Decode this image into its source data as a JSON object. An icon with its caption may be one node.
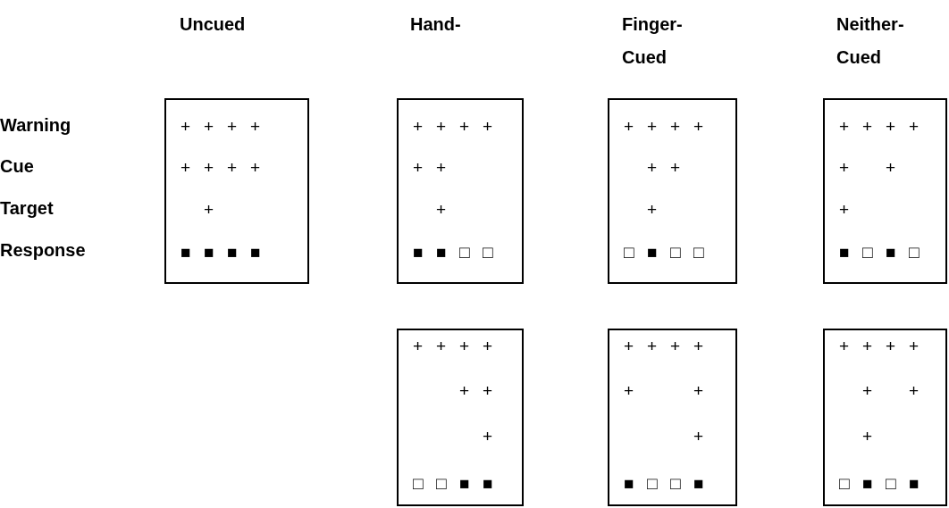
{
  "diagram": {
    "nodes": [
      {
        "text": [
          "+ + + +",
          "+ + + +",
          "+",
          "■ ■ ■ ■"
        ]
      },
      {
        "text": [
          "+ + + +",
          "+ +",
          "+",
          "■ ■ □ □"
        ]
      },
      {
        "text": [
          "+ + + +",
          "+ +",
          "+",
          "□ ■ □ □"
        ]
      },
      {
        "text": [
          "+ + + +",
          "+ +",
          "+",
          "■ □ ■ □"
        ]
      },
      {
        "text": [
          "+ + + +",
          "+ +",
          "+",
          "□ □ ■ ■"
        ]
      },
      {
        "text": [
          "+ + + +",
          "+ +",
          "+",
          "■ □ □ ■"
        ]
      },
      {
        "text": [
          "+ + + +",
          "+ +",
          "+",
          "□ ■ □ ■"
        ]
      }
    ],
    "edges": [],
    "labels": [
      "Uncued",
      "Hand-",
      "Finger- Cued",
      "Neither- Cued",
      "Warning",
      "Cue",
      "Target",
      "Response"
    ]
  }
}
